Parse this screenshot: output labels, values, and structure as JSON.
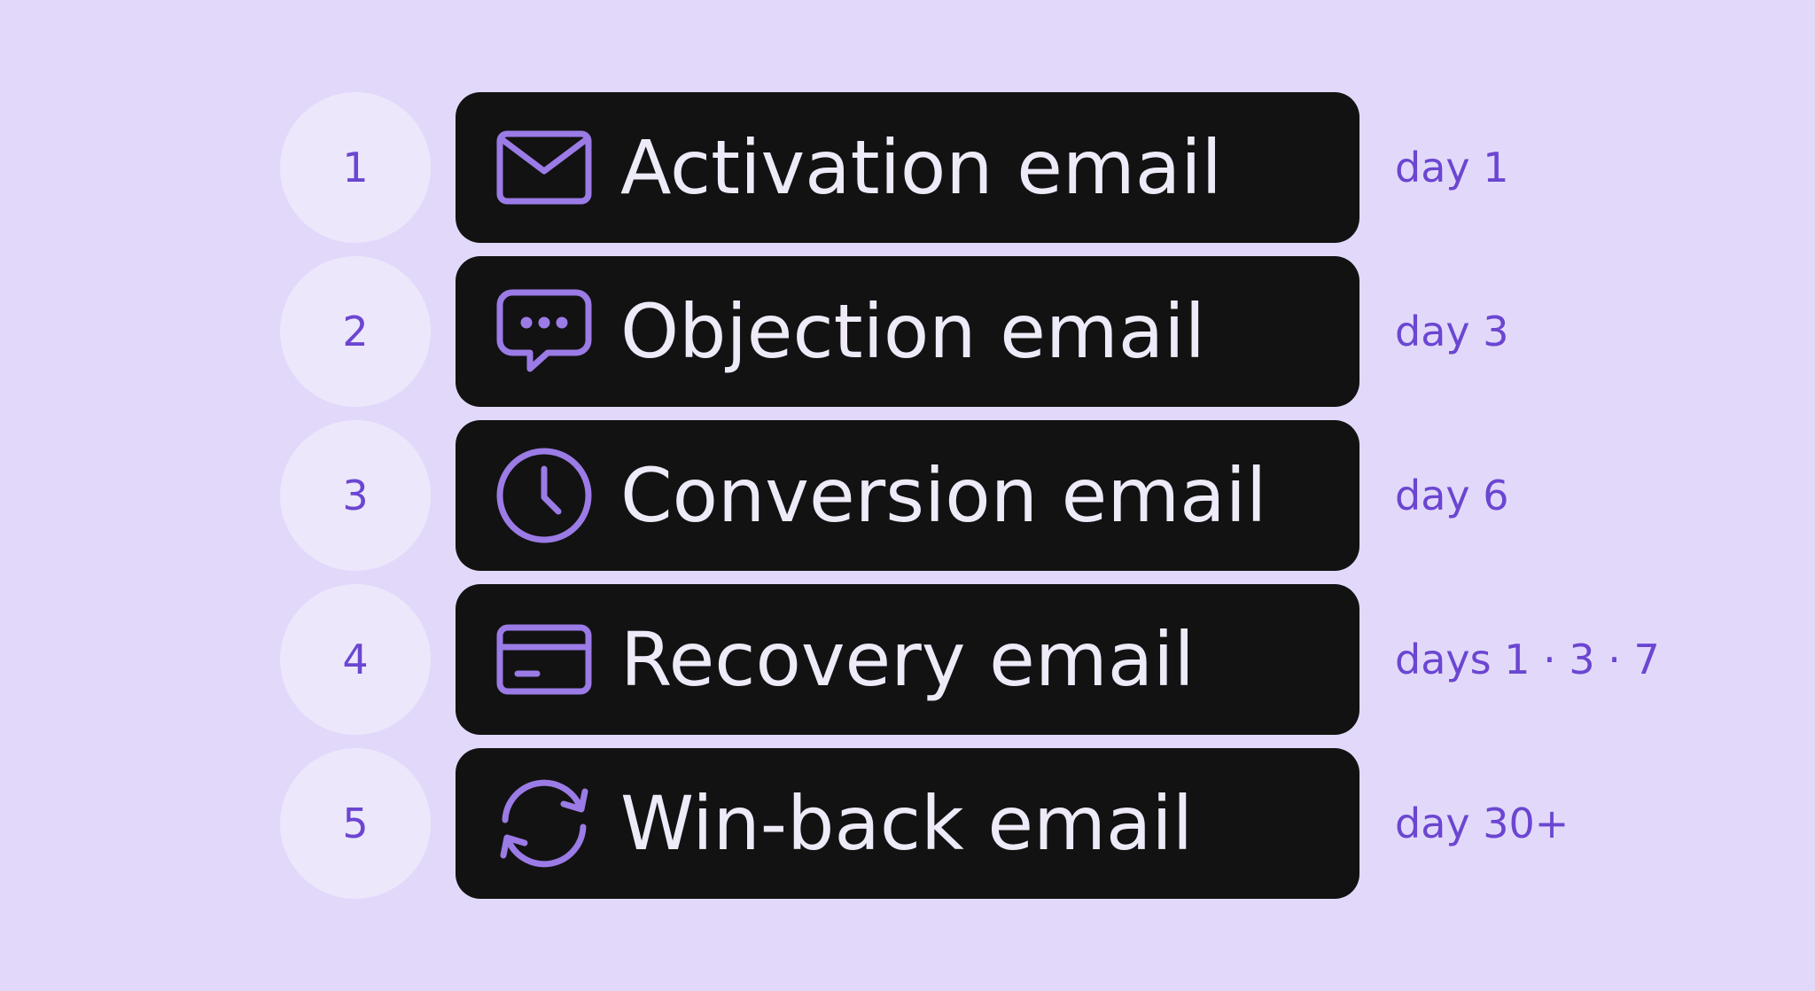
{
  "colors": {
    "background": "#E2D9FA",
    "circle": "#EDE7FC",
    "pill": "#121212",
    "accent": "#6B46D1",
    "icon": "#9B7BE6",
    "label": "#EEEAF8"
  },
  "steps": [
    {
      "number": "1",
      "icon": "envelope-icon",
      "label": "Activation email",
      "timing": "day 1"
    },
    {
      "number": "2",
      "icon": "chat-bubble-icon",
      "label": "Objection email",
      "timing": "day 3"
    },
    {
      "number": "3",
      "icon": "clock-icon",
      "label": "Conversion email",
      "timing": "day 6"
    },
    {
      "number": "4",
      "icon": "credit-card-icon",
      "label": "Recovery email",
      "timing": "days 1 · 3 · 7"
    },
    {
      "number": "5",
      "icon": "refresh-icon",
      "label": "Win-back email",
      "timing": "day 30+"
    }
  ]
}
